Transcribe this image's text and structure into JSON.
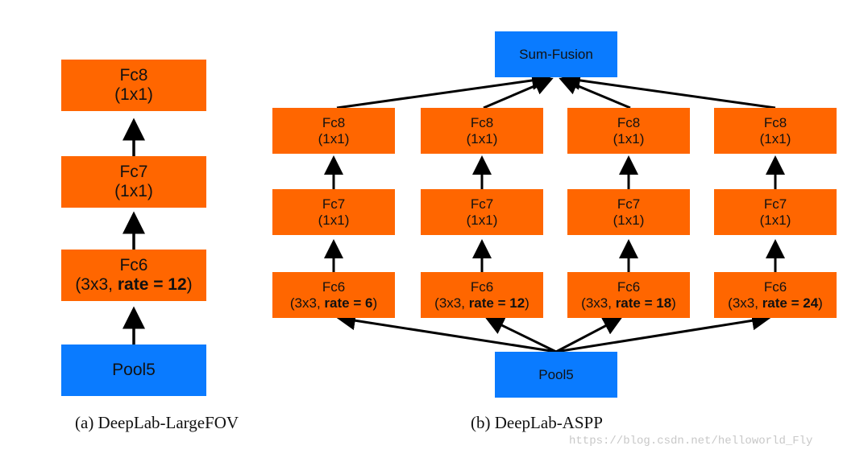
{
  "left": {
    "fc8": {
      "l1": "Fc8",
      "l2": "(1x1)"
    },
    "fc7": {
      "l1": "Fc7",
      "l2": "(1x1)"
    },
    "fc6": {
      "l1": "Fc6",
      "l2a": "(3x3, ",
      "l2b": "rate = 12",
      "l2c": ")"
    },
    "pool5": "Pool5",
    "caption": "(a) DeepLab-LargeFOV"
  },
  "right": {
    "sum_fusion": "Sum-Fusion",
    "branches": [
      {
        "fc8": [
          "Fc8",
          "(1x1)"
        ],
        "fc7": [
          "Fc7",
          "(1x1)"
        ],
        "fc6": {
          "l1": "Fc6",
          "l2a": "(3x3, ",
          "l2b": "rate = 6",
          "l2c": ")"
        }
      },
      {
        "fc8": [
          "Fc8",
          "(1x1)"
        ],
        "fc7": [
          "Fc7",
          "(1x1)"
        ],
        "fc6": {
          "l1": "Fc6",
          "l2a": "(3x3, ",
          "l2b": "rate = 12",
          "l2c": ")"
        }
      },
      {
        "fc8": [
          "Fc8",
          "(1x1)"
        ],
        "fc7": [
          "Fc7",
          "(1x1)"
        ],
        "fc6": {
          "l1": "Fc6",
          "l2a": "(3x3, ",
          "l2b": "rate = 18",
          "l2c": ")"
        }
      },
      {
        "fc8": [
          "Fc8",
          "(1x1)"
        ],
        "fc7": [
          "Fc7",
          "(1x1)"
        ],
        "fc6": {
          "l1": "Fc6",
          "l2a": "(3x3, ",
          "l2b": "rate = 24",
          "l2c": ")"
        }
      }
    ],
    "pool5": "Pool5",
    "caption": "(b) DeepLab-ASPP"
  },
  "watermark": "https://blog.csdn.net/helloworld_Fly",
  "colors": {
    "layer": "#ff6600",
    "io": "#0a7bff",
    "arrow": "#000000"
  }
}
